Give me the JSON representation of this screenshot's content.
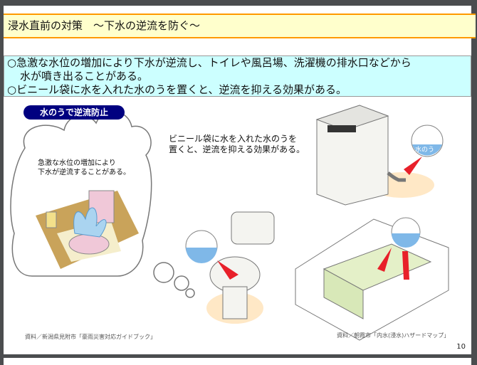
{
  "title": "浸水直前の対策　～下水の逆流を防ぐ～",
  "bullets": [
    "○急激な水位の増加により下水が逆流し、トイレや風呂場、洗濯機の排水口などから",
    "水が噴き出ることがある。",
    "○ビニール袋に水を入れた水のうを置くと、逆流を抑える効果がある。"
  ],
  "badge": "水のうで逆流防止",
  "cloud_text": [
    "急激な水位の増加により",
    "下水が逆流することがある。"
  ],
  "caption": [
    "ビニール袋に水を入れた水のうを",
    "置くと、逆流を抑える効果がある。"
  ],
  "sandbag_label": "水のう",
  "source_left": "資料／新潟県見附市「豪雨災害対応ガイドブック」",
  "source_right": "資料／朝霞市「内水(浸水)ハザードマップ」",
  "page_number": "10",
  "colors": {
    "title_bg": "#ffffcc",
    "title_border": "#ff9900",
    "bullets_bg": "#ccffff",
    "badge": "#000080",
    "arrow": "#e8202a",
    "water": "#7fb8e8"
  }
}
